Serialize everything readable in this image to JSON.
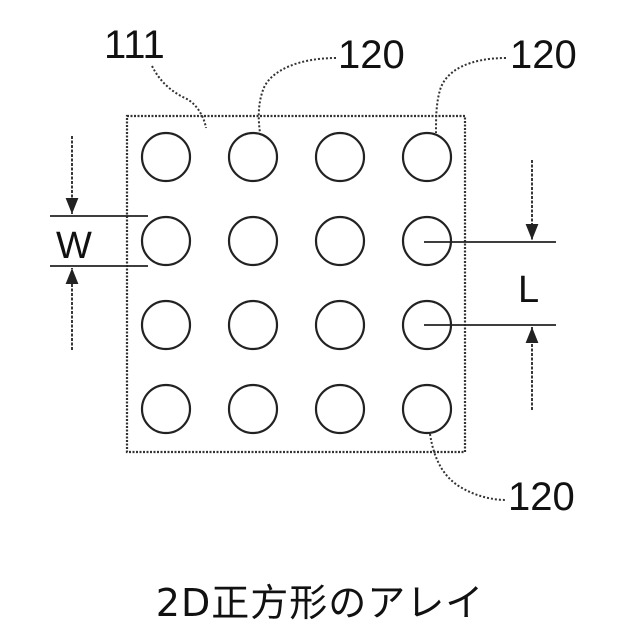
{
  "figure": {
    "substrate_label": "111",
    "element_label": "120",
    "width_label": "W",
    "pitch_label": "L",
    "rows": 4,
    "columns": 4,
    "caption": "2D正方形のアレイ"
  }
}
